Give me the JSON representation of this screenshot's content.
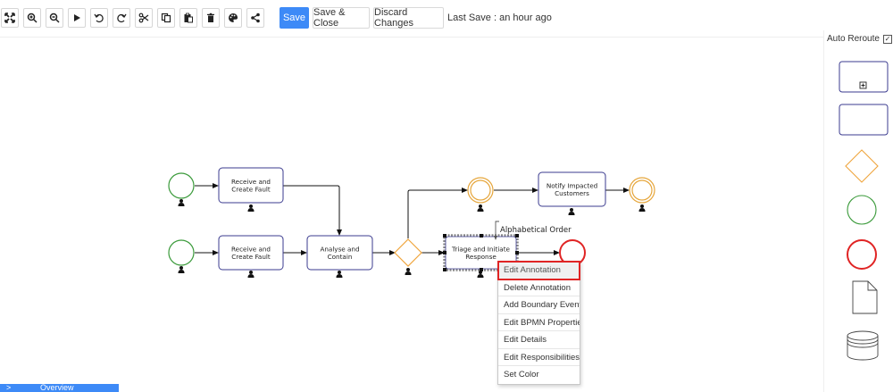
{
  "toolbar": {
    "tools": [
      {
        "name": "fit-screen-icon",
        "title": "Fit"
      },
      {
        "name": "zoom-in-icon",
        "title": "Zoom In"
      },
      {
        "name": "zoom-out-icon",
        "title": "Zoom Out"
      },
      {
        "name": "play-icon",
        "title": "Play"
      },
      {
        "name": "undo-icon",
        "title": "Undo"
      },
      {
        "name": "redo-icon",
        "title": "Redo"
      },
      {
        "name": "cut-icon",
        "title": "Cut"
      },
      {
        "name": "copy-icon",
        "title": "Copy"
      },
      {
        "name": "paste-icon",
        "title": "Paste"
      },
      {
        "name": "delete-icon",
        "title": "Delete"
      },
      {
        "name": "palette-icon",
        "title": "Color"
      },
      {
        "name": "share-icon",
        "title": "Share"
      }
    ],
    "save_label": "Save",
    "save_close_label": "Save & Close",
    "discard_label": "Discard Changes",
    "last_save": "Last Save : an hour ago"
  },
  "diagram": {
    "tasks": {
      "receive_top": "Receive and\nCreate Fault",
      "receive_bottom": "Receive and\nCreate Fault",
      "analyse": "Analyse and\nContain",
      "triage": "Triage and Initiate\nResponse",
      "notify": "Notify Impacted\nCustomers"
    },
    "annotation": "Alphabetical Order"
  },
  "context_menu": {
    "items": [
      "Edit Annotation",
      "Delete Annotation",
      "Add Boundary Event",
      "Edit BPMN Properties",
      "Edit Details",
      "Edit Responsibilities",
      "Set Color"
    ],
    "highlighted": "Edit Annotation"
  },
  "palette": {
    "auto_reroute_label": "Auto Reroute",
    "auto_reroute_checked": "✓",
    "items": [
      "subprocess",
      "task",
      "gateway",
      "start-event",
      "end-event",
      "data-object",
      "data-store"
    ]
  },
  "overview": {
    "chevron": ">",
    "label": "Overview"
  },
  "colors": {
    "accent": "#3d8af7",
    "task_border": "#3b3b8f",
    "start_event": "#3a9a3a",
    "end_event": "#e02424",
    "intermediate": "#e6a63b",
    "gateway": "#f0a53c"
  }
}
